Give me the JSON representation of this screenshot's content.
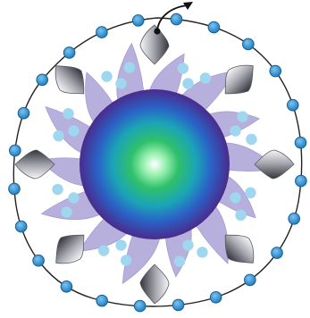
{
  "colors": {
    "ring_stroke": "#222222",
    "ring_dot_fill": "#2a8fd0",
    "ring_dot_stroke": "#1b5e8f",
    "inner_dot_fill": "#9fd6f0",
    "petal_fill": "#b7b0dc",
    "petal_stroke": "#a49cd0",
    "core_center": "#ffffff",
    "core_mid": "#2fc06a",
    "core_blue": "#1f6fd0",
    "core_edge": "#4a2b8c",
    "diamond_light": "#f4f4f6",
    "diamond_dark": "#3a3a44",
    "arrow_color": "#111111"
  },
  "counts": {
    "spikes": 14,
    "diamonds": 8,
    "ring_dots": 24,
    "inner_dot_clusters": 8
  },
  "icons": {
    "arrow": "curved-arrow-icon",
    "core": "gradient-sphere",
    "petal": "spiky-star-shape",
    "diamond": "shaded-diamond",
    "dot": "circle-dot"
  }
}
